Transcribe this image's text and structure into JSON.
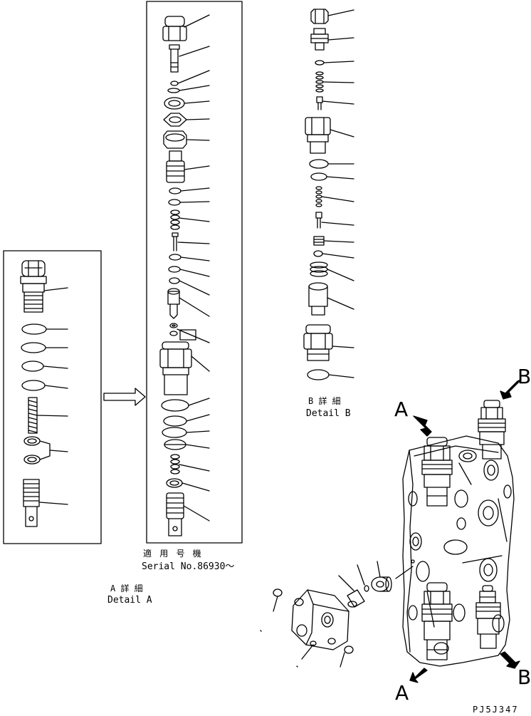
{
  "colors": {
    "line": "#000000",
    "background": "#ffffff"
  },
  "labels": {
    "serial_jp": "適 用 号 機",
    "serial_en": "Serial No.86930～",
    "detail_a_jp": "A 詳 細",
    "detail_a_en": "Detail A",
    "detail_b_jp": "B 詳 細",
    "detail_b_en": "Detail B",
    "view_a": "A",
    "view_b": "B",
    "drawing_code": "PJ5J347"
  }
}
